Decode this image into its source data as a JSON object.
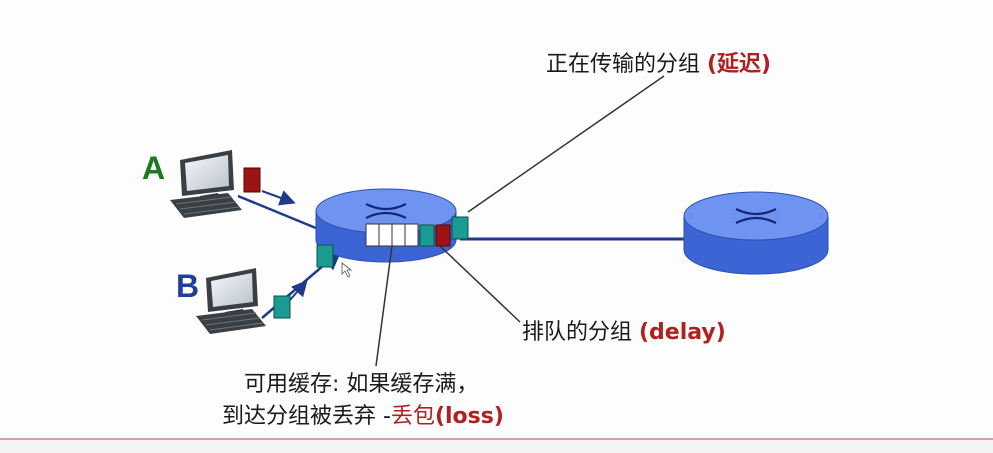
{
  "labels": {
    "transmitting_prefix": "正在传输的分组 ",
    "transmitting_suffix": "(延迟)",
    "queued_prefix": "排队的分组 ",
    "queued_suffix": "(delay)",
    "buffer_line1": "可用缓存: 如果缓存满，",
    "buffer_line2_prefix": "到达分组被丢弃 -",
    "buffer_line2_red": "丢包",
    "buffer_line2_suffix": "(loss)"
  },
  "hosts": {
    "a": "A",
    "b": "B"
  },
  "colors": {
    "host_a_letter": "#1e7a1e",
    "host_b_letter": "#1f3fa0",
    "router_fill": "#4a74e0",
    "link": "#1f3a8a",
    "packet_red": "#9e1414",
    "packet_teal": "#1a9c92",
    "accent_red": "#b02020"
  }
}
